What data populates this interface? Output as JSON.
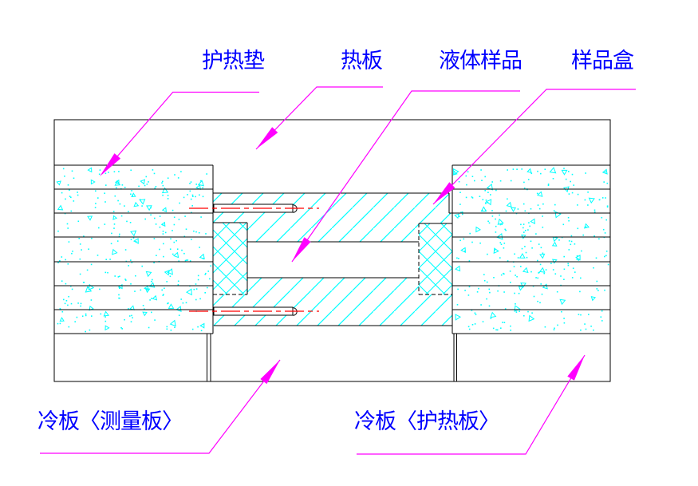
{
  "figure": {
    "labels": {
      "guard_heat_pad": "护热垫",
      "hot_plate": "热板",
      "liquid_sample": "液体样品",
      "sample_box": "样品盒",
      "cold_plate_measuring": "冷板〈测量板〉",
      "cold_plate_guard": "冷板〈护热板〉"
    },
    "colors": {
      "background": "#ffffff",
      "line": "#000000",
      "hatch": "#00ffff",
      "leader": "#ff00ff",
      "label_text": "#0000ff",
      "centerline": "#ff0000"
    }
  }
}
